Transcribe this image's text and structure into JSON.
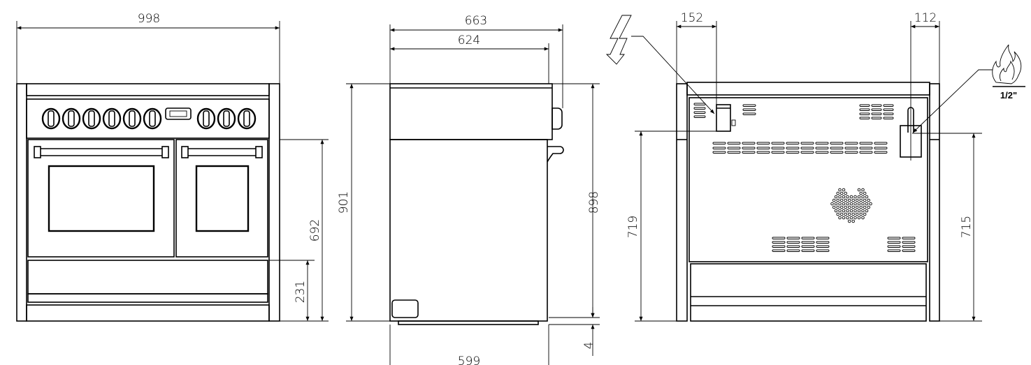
{
  "front_view": {
    "width_dim": "998",
    "oven_height_dim": "692",
    "drawer_height_dim": "231"
  },
  "side_view": {
    "overall_depth_dim": "663",
    "body_depth_dim": "624",
    "overall_height_dim": "901",
    "body_height_dim": "898",
    "base_depth_dim": "599",
    "foot_dim": "4"
  },
  "rear_view": {
    "electric_offset_dim": "152",
    "gas_offset_dim": "112",
    "electric_height_dim": "719",
    "gas_height_dim": "715",
    "gas_connection_label": "1/2\""
  },
  "colors": {
    "line": "#000000",
    "background": "#ffffff"
  }
}
